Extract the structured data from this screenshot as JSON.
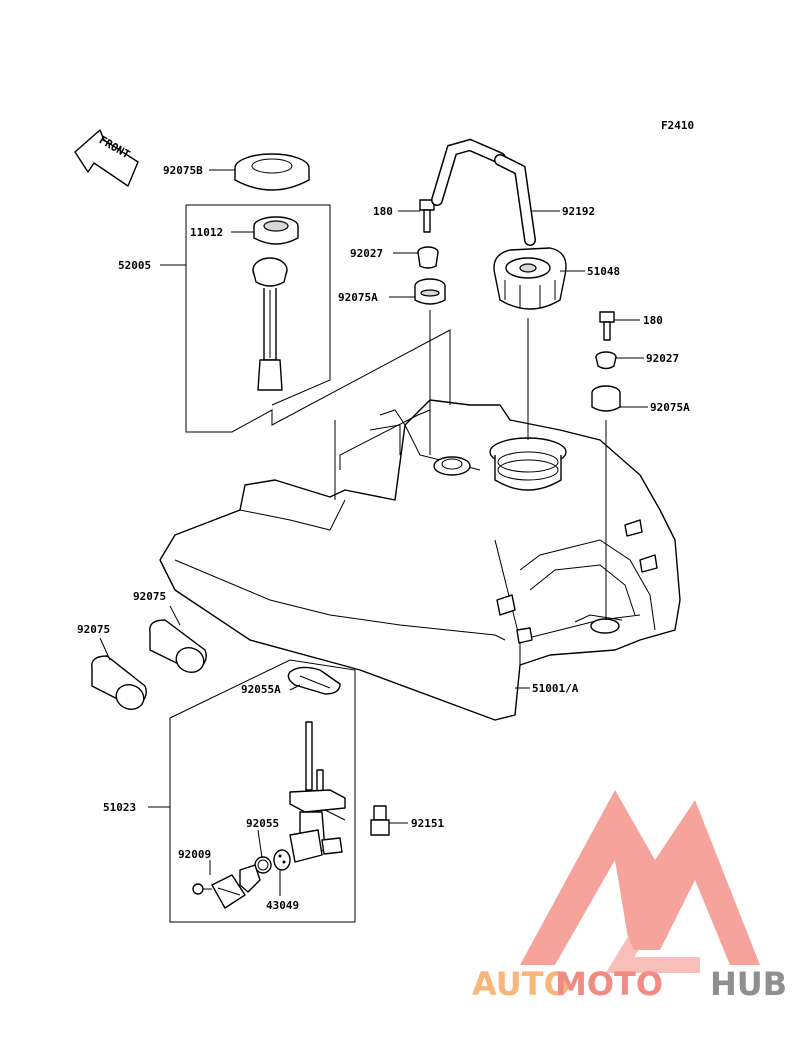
{
  "figure_code": "F2410",
  "front_label": "FRONT",
  "parts": {
    "p92075B": "92075B",
    "p11012": "11012",
    "p52005": "52005",
    "p180a": "180",
    "p92192": "92192",
    "p92027a": "92027",
    "p51048": "51048",
    "p92075Aa": "92075A",
    "p180b": "180",
    "p92027b": "92027",
    "p92075Ab": "92075A",
    "p92075a": "92075",
    "p92075b": "92075",
    "p92055A": "92055A",
    "p51001A": "51001/A",
    "p51023": "51023",
    "p92055": "92055",
    "p92151": "92151",
    "p92009": "92009",
    "p43049": "43049"
  },
  "watermark": {
    "part1": "AUTO",
    "part2": "MOTO",
    "part3": "HUB",
    "color1": "#f9b67a",
    "color2": "#f08c84",
    "color3": "#8f8f8f",
    "logo_color": "#f4857c"
  }
}
